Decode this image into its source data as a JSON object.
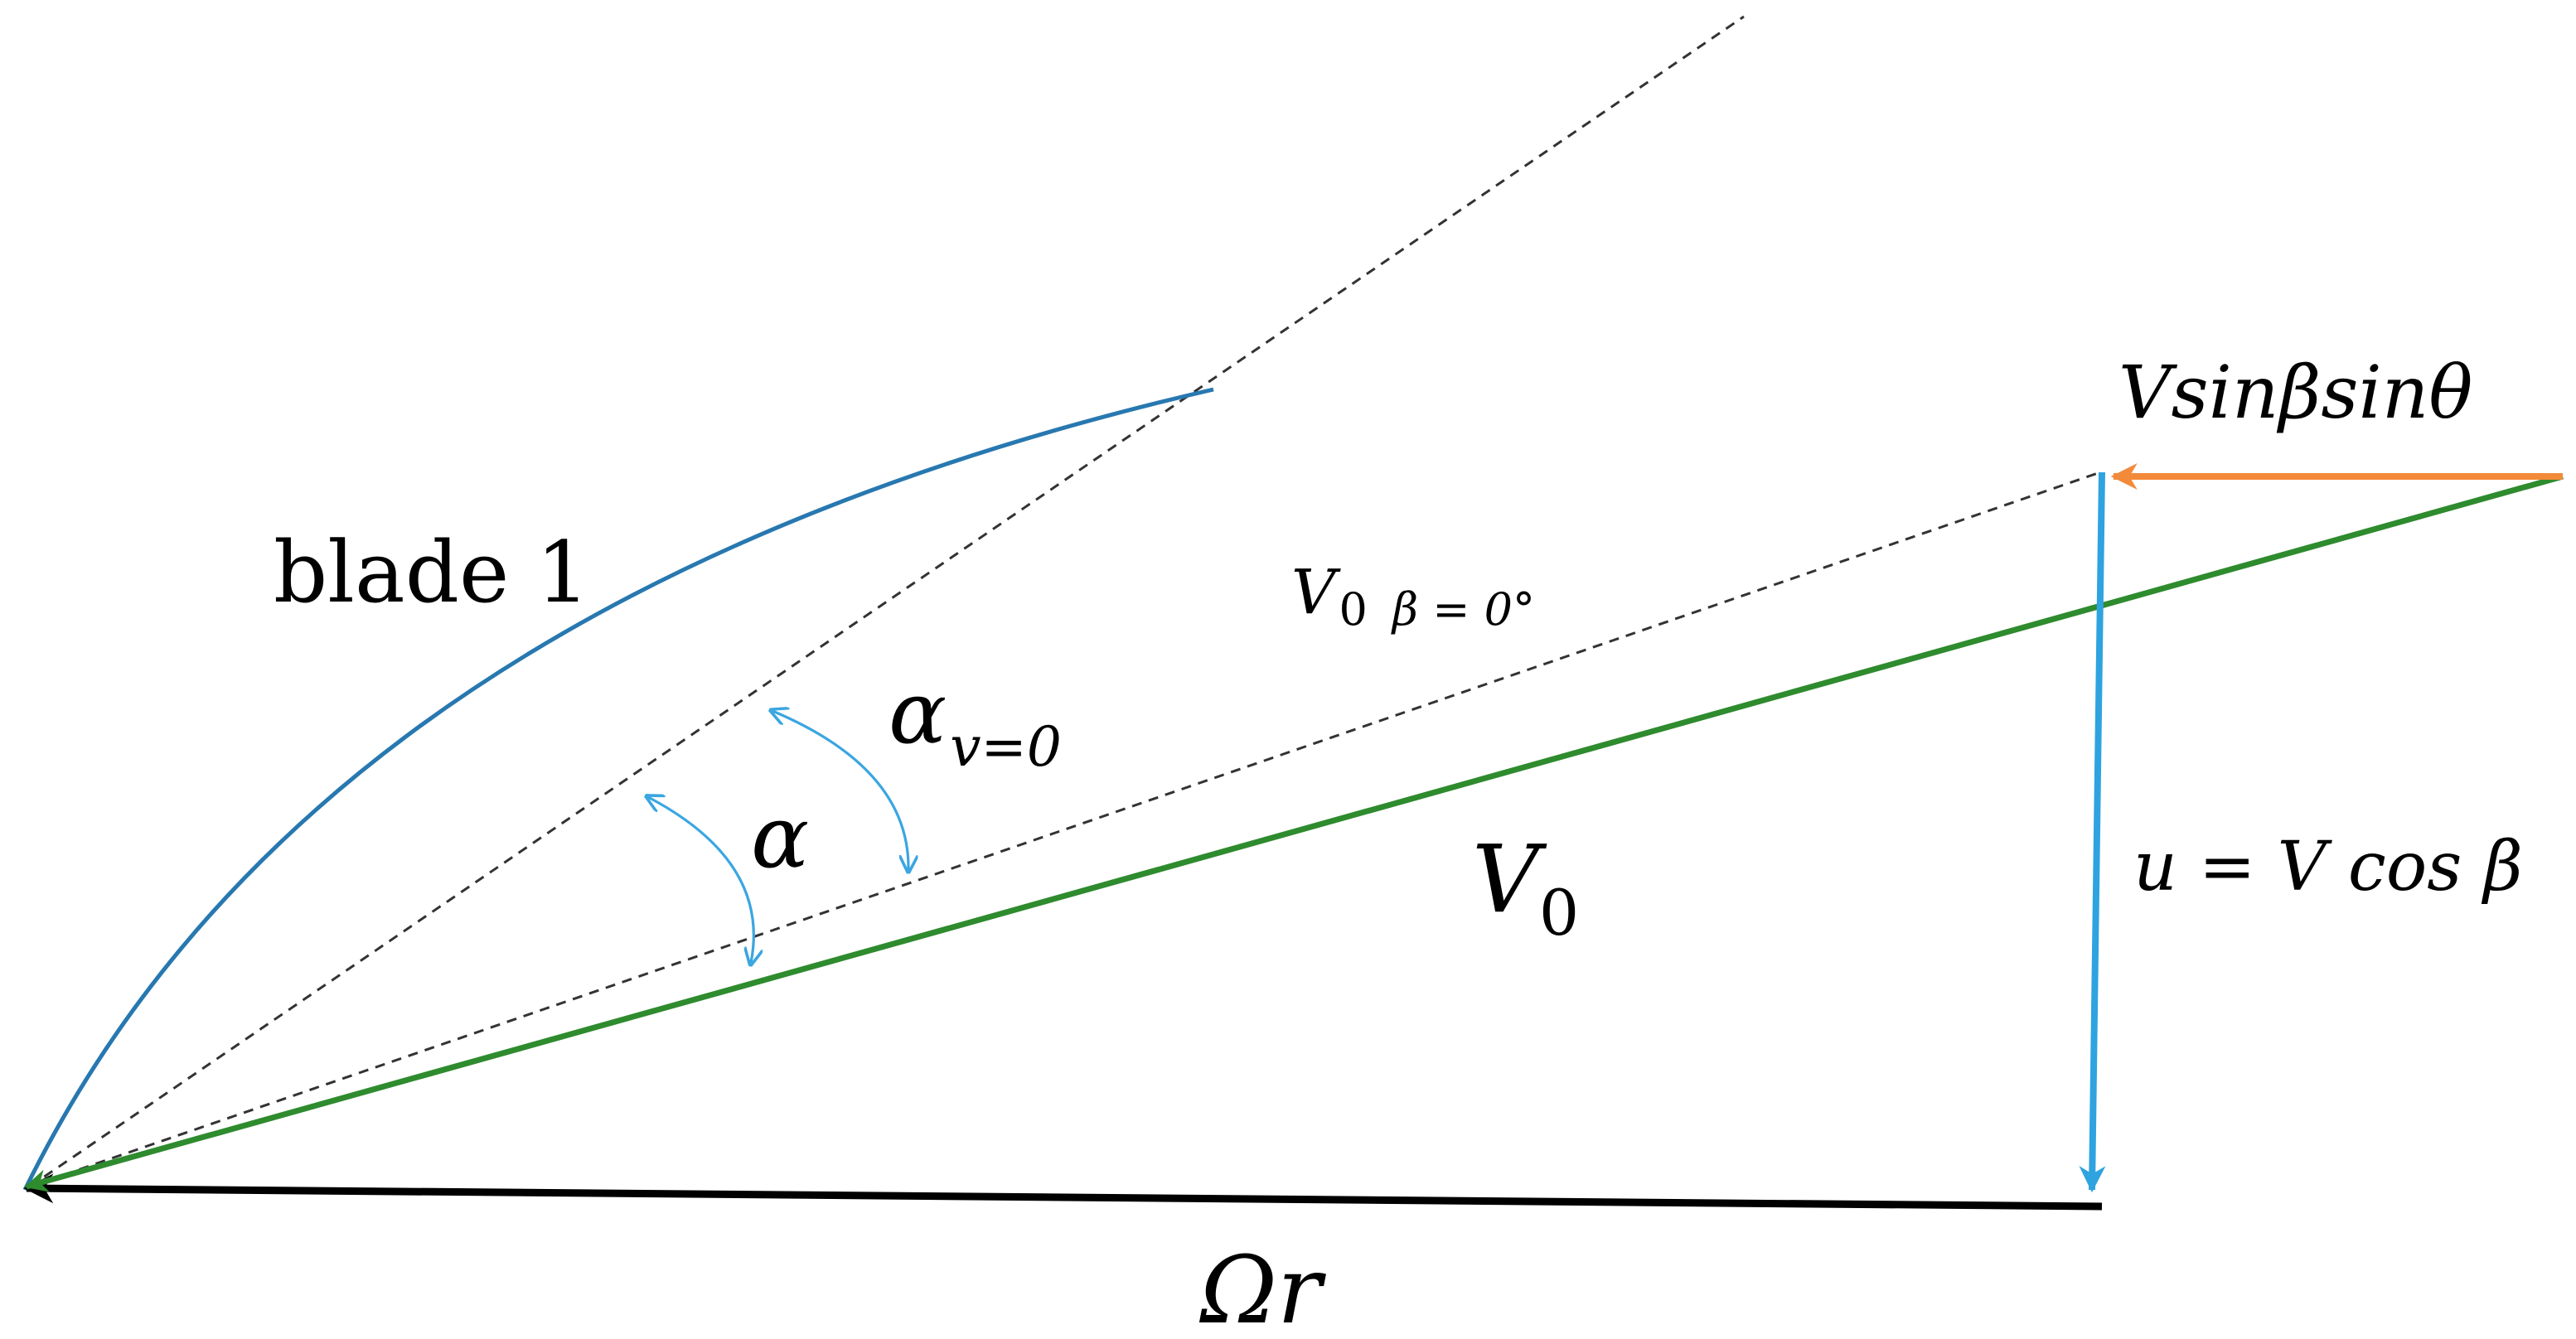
{
  "labels": {
    "blade": "blade 1",
    "v0_beta0_main": "V",
    "v0_beta0_sub": "0",
    "v0_beta0_cond": "β = 0°",
    "alpha_v0_main": "α",
    "alpha_v0_sub": "v=0",
    "alpha": "α",
    "v0_main": "V",
    "v0_sub": "0",
    "omega_r": "Ωr",
    "vsin": "Vsinβsinθ",
    "u_eq": "u = V cos β"
  },
  "colors": {
    "blade": "#2878b0",
    "green_vector": "#2e8b2e",
    "orange_vector": "#f28a3a",
    "blue_vector": "#2ea3e0",
    "angle_arrows": "#3aa6e0",
    "black_vector": "#000000",
    "dashed": "#333333"
  }
}
